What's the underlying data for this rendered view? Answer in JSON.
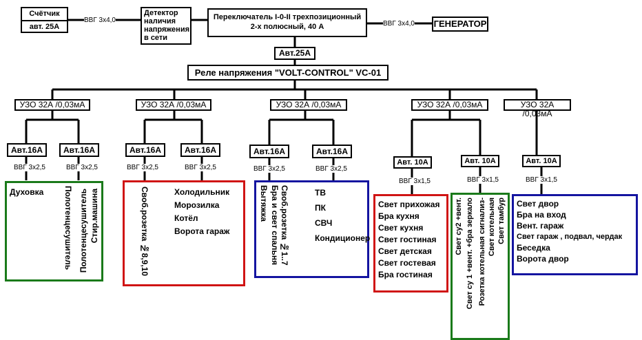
{
  "counter": {
    "title": "Счётчик",
    "breaker": "авт. 25А"
  },
  "cable_top_left": "ВВГ 3х4,0",
  "detector": "Детектор наличия напряжения в сети",
  "switch": {
    "line1": "Переключатель I-0-II трехпозиционный",
    "line2": "2-х полюсный, 40 А"
  },
  "cable_top_right": "ВВГ 3х4,0",
  "generator": "ГЕНЕРАТОР",
  "main_breaker": "Авт.25А",
  "relay": "Реле напряжения \"VOLT-CONTROL\" VC-01",
  "groups": [
    {
      "uzo": "УЗО 32А /0,03мА",
      "branches": [
        {
          "breaker": "Авт.16А",
          "cable": "ВВГ 3х2,5"
        },
        {
          "breaker": "Авт.16А",
          "cable": "ВВГ 3х2,5"
        }
      ],
      "loads": [
        "Духовка",
        "Стир.машина",
        "Полотенцесушитель",
        "Полотенцесушитель"
      ]
    },
    {
      "uzo": "УЗО 32А /0,03мА",
      "branches": [
        {
          "breaker": "Авт.16А",
          "cable": "ВВГ 3х2,5"
        },
        {
          "breaker": "Авт.16А",
          "cable": "ВВГ 3х2,5"
        }
      ],
      "loads_vertical": [
        "Своб.розетка №8,9,10"
      ],
      "loads": [
        "Холодильник",
        "Морозилка",
        "Котёл",
        "Ворота гараж"
      ]
    },
    {
      "uzo": "УЗО 32А /0,03мА",
      "branches": [
        {
          "breaker": "Авт.16А",
          "cable": "ВВГ 3х2,5"
        },
        {
          "breaker": "Авт.16А",
          "cable": "ВВГ 3х2,5"
        }
      ],
      "loads_vertical": [
        "Своб.розетка №1..7",
        "Бра и свет спальня",
        "Вытяжка"
      ],
      "loads": [
        "ТВ",
        "ПК",
        "СВЧ",
        "Кондиционер"
      ]
    },
    {
      "uzo": "УЗО 32А /0,03мА",
      "branches": [
        {
          "breaker": "Авт. 10А",
          "cable": "ВВГ 3х1,5"
        },
        {
          "breaker": "Авт. 10А",
          "cable": "ВВГ 3х1,5"
        }
      ],
      "loads": [
        "Свет прихожая",
        "Бра кухня",
        "Свет кухня",
        "Свет гостиная",
        "Свет детская",
        "Свет гостевая",
        "Бра гостиная"
      ],
      "loads_vertical": [
        "Свет тамбур",
        "Свет котельная",
        "Розетка котельная сигнализ-",
        "Свет су 1 +вент. +бра зеркало",
        "Свет су2 +вент."
      ]
    },
    {
      "uzo": "УЗО 32А /0,03мА",
      "branches": [
        {
          "breaker": "Авт. 10А",
          "cable": "ВВГ 3х1,5"
        }
      ],
      "loads": [
        "Свет двор",
        "Бра на вход",
        "Вент. гараж",
        "Свет гараж , подвал, чердак",
        "Беседка",
        "Ворота двор"
      ]
    }
  ]
}
